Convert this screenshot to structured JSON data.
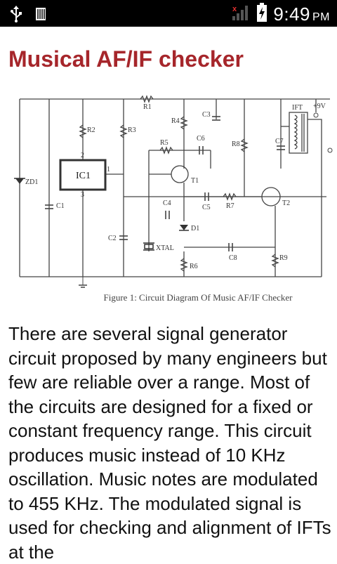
{
  "status_bar": {
    "time": "9:49",
    "ampm": "PM",
    "icons": [
      "usb-icon",
      "sd-card-icon",
      "no-signal-icon",
      "battery-charging-icon"
    ]
  },
  "article": {
    "title": "Musical AF/IF checker",
    "body": "There are several signal generator circuit proposed by many engineers but few are reliable over a range. Most of the circuits are designed for a fixed or constant frequency range. This circuit produces music instead of 10 KHz oscillation. Music notes are modulated to 455 KHz. The modulated signal is used for checking and alignment of IFTs at the"
  },
  "figure": {
    "caption": "Figure 1: Circuit Diagram Of Music AF/IF Checker",
    "labels": {
      "r1": "R1",
      "r2": "R2",
      "r3": "R3",
      "r4": "R4",
      "r5": "R5",
      "r6": "R6",
      "r7": "R7",
      "r8": "R8",
      "r9": "R9",
      "c1": "C1",
      "c2": "C2",
      "c3": "C3",
      "c4": "C4",
      "c5": "C5",
      "c6": "C6",
      "c7": "C7",
      "c8": "C8",
      "ic1": "IC1",
      "t1": "T1",
      "t2": "T2",
      "d1": "D1",
      "zd1": "ZD1",
      "xtal": "XTAL",
      "ift": "IFT",
      "vplus": "+9V",
      "pin2": "2",
      "pin1": "1",
      "pin3": "3"
    }
  }
}
